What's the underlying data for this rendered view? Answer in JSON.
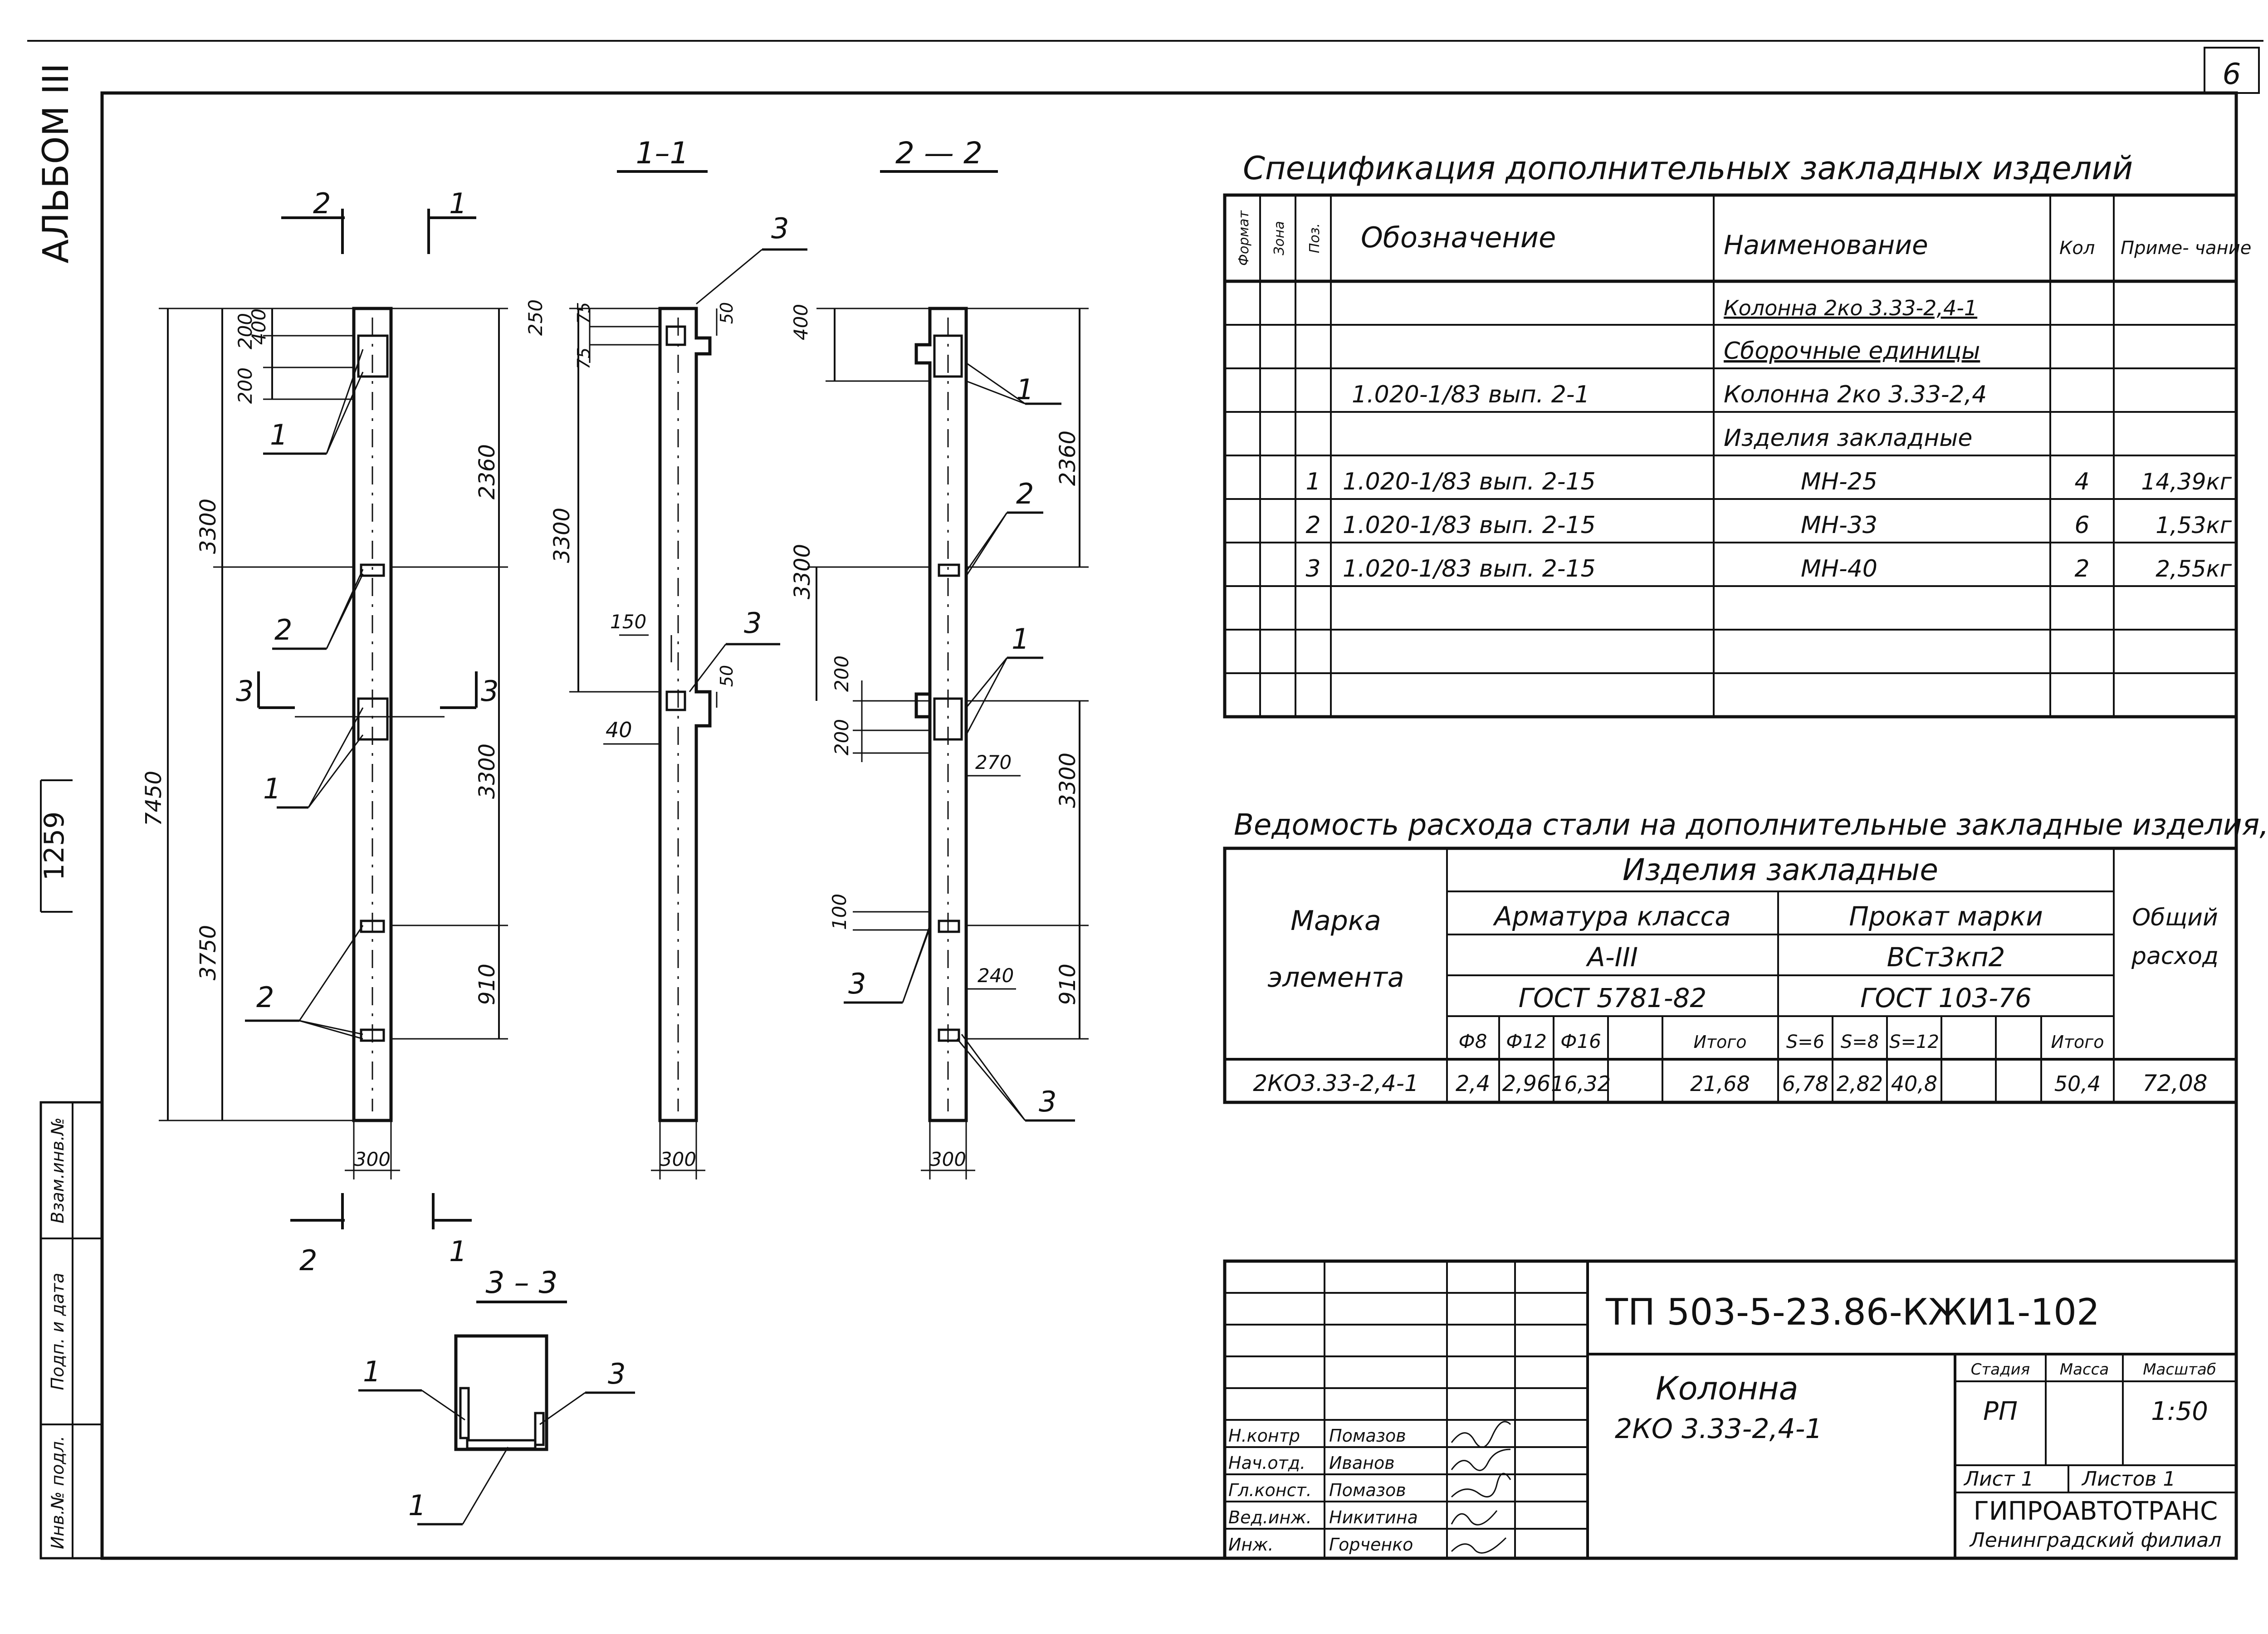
{
  "sheet_number": "6",
  "album_label": "АЛЬБОМ III",
  "archive_number": "1259",
  "side_stamp": [
    "Взам.инв.№",
    "Подп. и дата",
    "Инв.№ подл."
  ],
  "sections": {
    "s11": "1–1",
    "s22": "2 — 2",
    "s33": "3 – 3",
    "cut_marks": [
      "2",
      "1",
      "3",
      "3",
      "2",
      "1"
    ]
  },
  "dimensions": {
    "elev1": {
      "total": "7450",
      "upper": "3300",
      "lower": "3750",
      "d400": "400",
      "d200a": "200",
      "d200b": "200",
      "d2360": "2360",
      "d3300": "3300",
      "d910": "910",
      "width": "300"
    },
    "elev2": {
      "d250": "250",
      "d75a": "75",
      "d75b": "75",
      "d50a": "50",
      "d3300": "3300",
      "d150": "150",
      "d50b": "50",
      "d40": "40",
      "width": "300"
    },
    "elev3": {
      "d400": "400",
      "d2360": "2360",
      "d3300a": "3300",
      "d200a": "200",
      "d200b": "200",
      "d270": "270",
      "d3300b": "3300",
      "d100": "100",
      "d240": "240",
      "d910": "910",
      "width": "300"
    }
  },
  "callouts": [
    "1",
    "2",
    "3",
    "1",
    "2",
    "1",
    "2",
    "3",
    "1",
    "3",
    "1"
  ],
  "spec": {
    "title": "Спецификация дополнительных закладных изделий",
    "headers": [
      "Формат",
      "Зона",
      "Поз.",
      "Обозначение",
      "Наименование",
      "Кол",
      "Приме- чание"
    ],
    "rows": [
      [
        "",
        "",
        "",
        "",
        "Колонна 2ко 3.33-2,4-1",
        "",
        ""
      ],
      [
        "",
        "",
        "",
        "",
        "Сборочные единицы",
        "",
        ""
      ],
      [
        "",
        "",
        "",
        "1.020-1/83 вып. 2-1",
        "Колонна 2ко 3.33-2,4",
        "",
        ""
      ],
      [
        "",
        "",
        "",
        "",
        "Изделия закладные",
        "",
        ""
      ],
      [
        "",
        "",
        "1",
        "1.020-1/83 вып. 2-15",
        "МН-25",
        "4",
        "14,39кг"
      ],
      [
        "",
        "",
        "2",
        "1.020-1/83 вып. 2-15",
        "МН-33",
        "6",
        "1,53кг"
      ],
      [
        "",
        "",
        "3",
        "1.020-1/83 вып. 2-15",
        "МН-40",
        "2",
        "2,55кг"
      ],
      [
        "",
        "",
        "",
        "",
        "",
        "",
        ""
      ],
      [
        "",
        "",
        "",
        "",
        "",
        "",
        ""
      ],
      [
        "",
        "",
        "",
        "",
        "",
        "",
        ""
      ]
    ]
  },
  "steel": {
    "title": "Ведомость расхода стали на дополнительные закладные изделия, кг",
    "mark_header": [
      "Марка",
      "элемента"
    ],
    "group_header": "Изделия закладные",
    "rebar_header": "Арматура класса",
    "rebar_class": "А-III",
    "rebar_gost": "ГОСТ 5781-82",
    "rolled_header": "Прокат марки",
    "rolled_grade": "ВСт3кп2",
    "rolled_gost": "ГОСТ 103-76",
    "total_header": [
      "Общий",
      "расход"
    ],
    "sub": [
      "Ф8",
      "Ф12",
      "Ф16",
      "",
      "Итого",
      "S=6",
      "S=8",
      "S=12",
      "",
      "Итого"
    ],
    "row": [
      "2КО3.33-2,4-1",
      "2,4",
      "2,96",
      "16,32",
      "",
      "21,68",
      "6,78",
      "2,82",
      "40,8",
      "",
      "50,4",
      "72,08"
    ]
  },
  "title_block": {
    "code": "ТП 503-5-23.86-КЖИ1-102",
    "name": "Колонна",
    "mark": "2КО 3.33-2,4-1",
    "col_stage": "Стадия",
    "col_mass": "Масса",
    "col_scale": "Масштаб",
    "stage": "РП",
    "scale": "1:50",
    "sheet": "Лист 1",
    "sheets": "Листов 1",
    "org": "ГИПРОАВТОТРАНС",
    "branch": "Ленинградский филиал",
    "staff": [
      {
        "role": "Н.контр",
        "name": "Помазов"
      },
      {
        "role": "Нач.отд.",
        "name": "Иванов"
      },
      {
        "role": "Гл.конст.",
        "name": "Помазов"
      },
      {
        "role": "Вед.инж.",
        "name": "Никитина"
      },
      {
        "role": "Инж.",
        "name": "Горченко"
      }
    ]
  }
}
